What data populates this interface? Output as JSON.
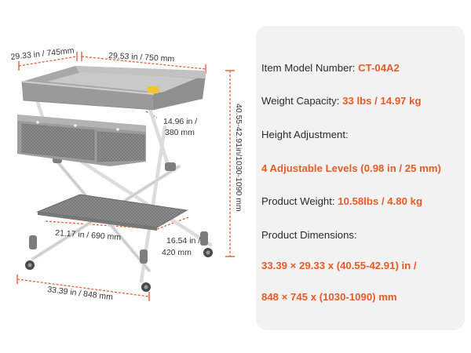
{
  "colors": {
    "accent": "#ea5a24",
    "dimension_line": "#e8603a",
    "panel_background": "#f2f2f2",
    "frame": "#e9e9e9",
    "fabric": "#9a9a9a",
    "text": "#2b2b2b"
  },
  "dimensions": {
    "top_depth": "29.33 in / 745mm",
    "top_width": "29.53 in / 750 mm",
    "tray_depth_line1": "14.96 in /",
    "tray_depth_line2": "380 mm",
    "height_range": "40.55-42.91in/1030-1090 mm",
    "shelf_width": "21.17 in / 690 mm",
    "shelf_depth_line1": "16.54 in /",
    "shelf_depth_line2": "420 mm",
    "base_width": "33.39 in / 848 mm"
  },
  "specs": {
    "model_label": "Item Model Number: ",
    "model_value": "CT-04A2",
    "capacity_label": "Weight Capacity: ",
    "capacity_value": "33 lbs / 14.97 kg",
    "height_label": "Height Adjustment:",
    "height_value": "4 Adjustable Levels (0.98 in / 25 mm)",
    "product_weight_label": "Product Weight: ",
    "product_weight_value": "10.58lbs / 4.80 kg",
    "dimensions_label": "Product Dimensions:",
    "dimensions_value_line1": "33.39 × 29.33 x (40.55-42.91) in /",
    "dimensions_value_line2": "848 × 745 x (1030-1090) mm"
  }
}
